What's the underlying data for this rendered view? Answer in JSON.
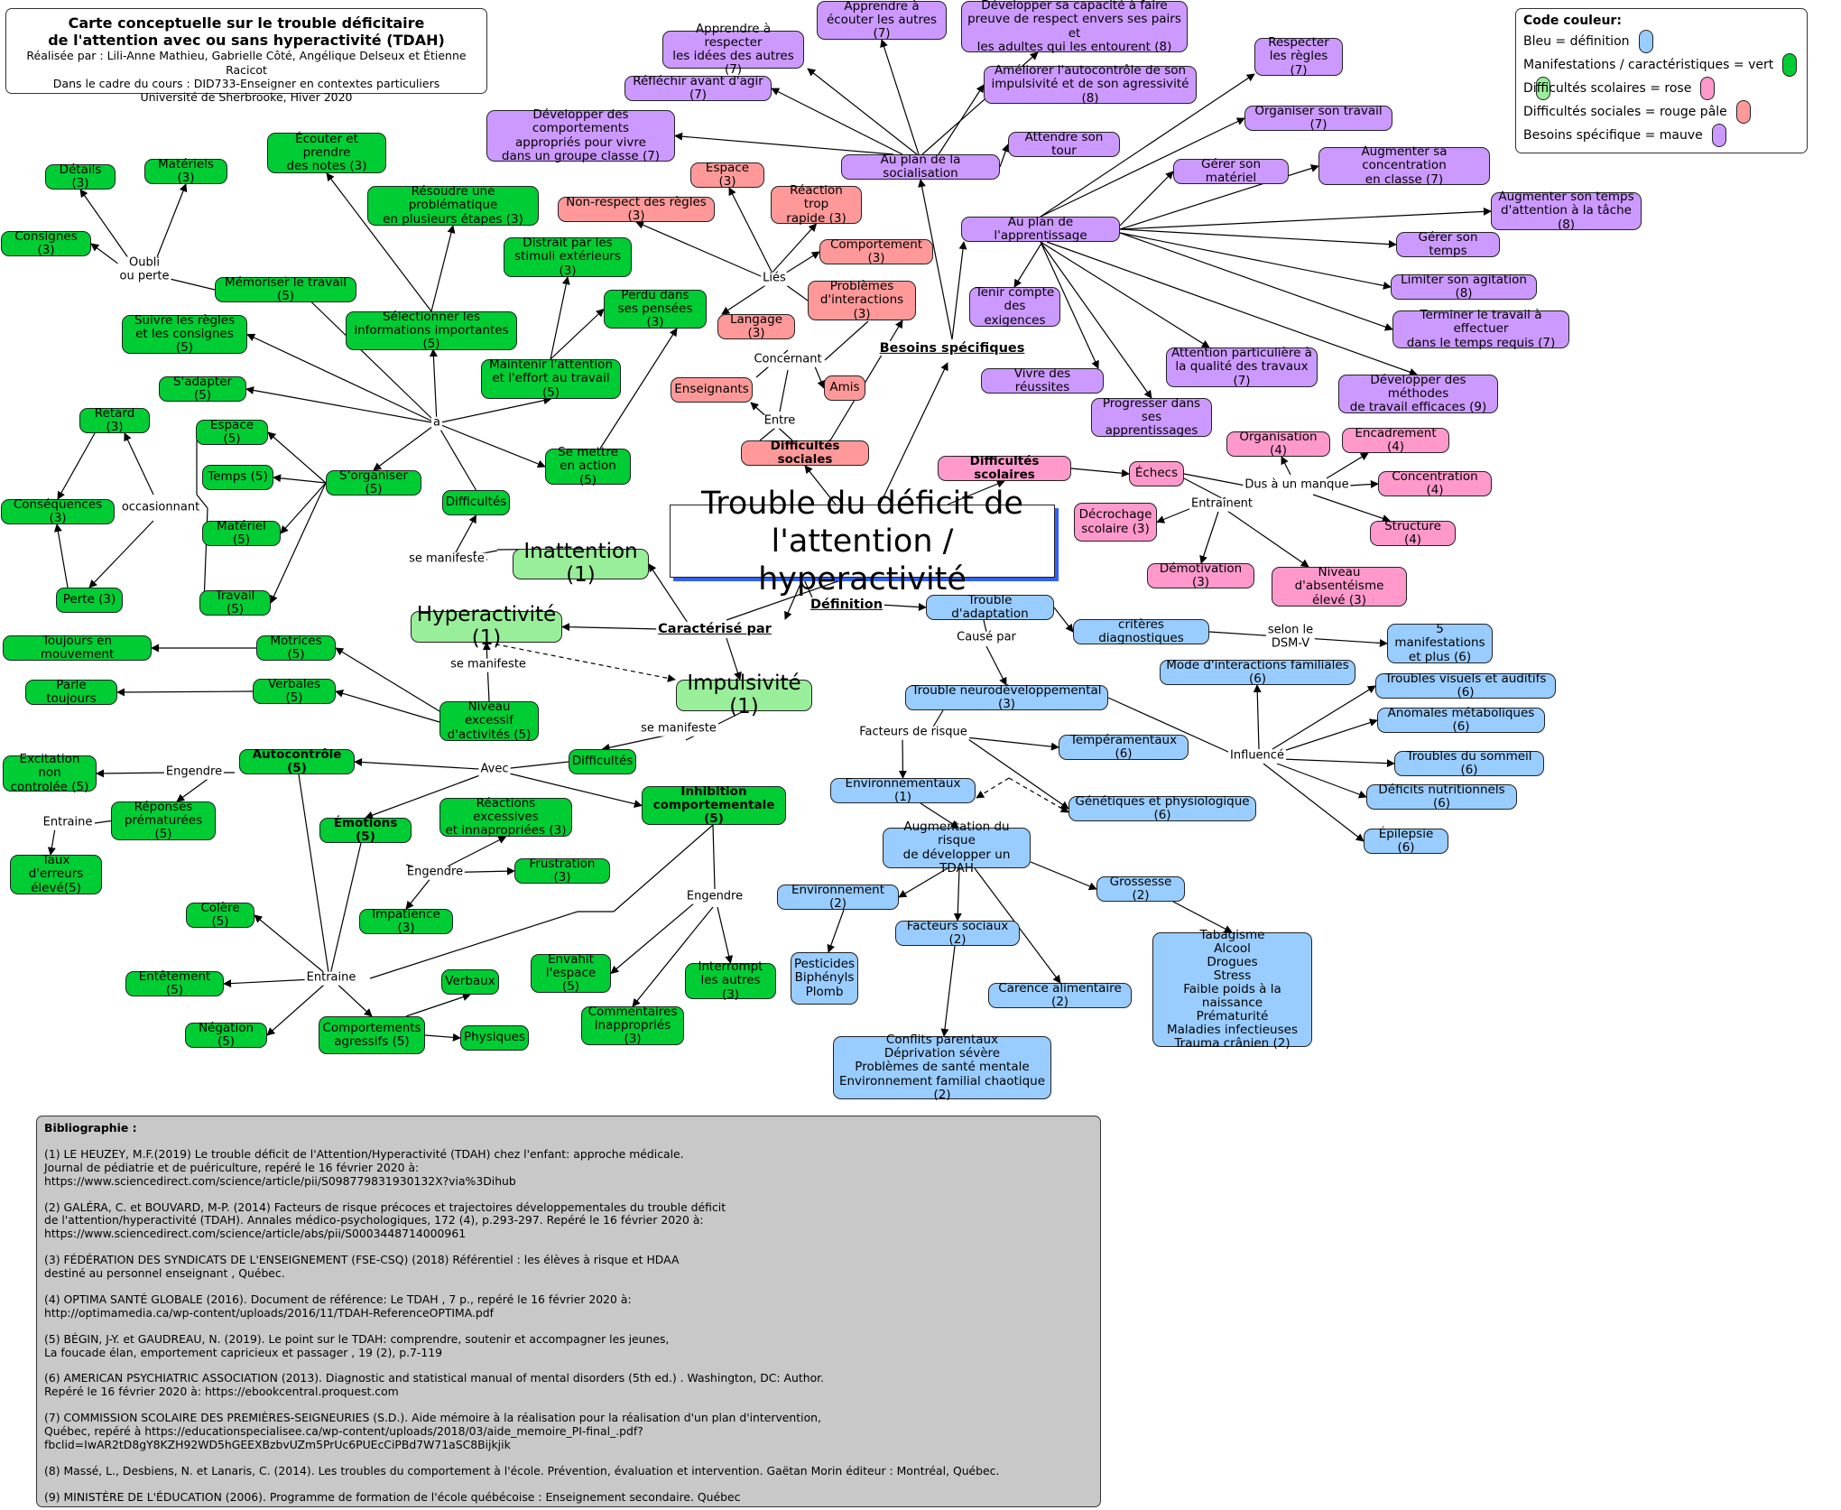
{
  "title_box": {
    "line1": "Carte conceptuelle sur le trouble déficitaire\nde l'attention avec ou sans hyperactivité (TDAH)",
    "line2": "Réalisée par : Lili-Anne Mathieu, Gabrielle Côté, Angélique Delseux et Étienne Racicot",
    "line3": "Dans le cadre du cours : DID733-Enseigner en contextes particuliers",
    "line4": "Université de Sherbrooke, Hiver 2020"
  },
  "legend": {
    "title": "Code couleur:",
    "rows": [
      {
        "text": "Bleu = définition",
        "colors": [
          "#99ccff"
        ]
      },
      {
        "text": "Manifestations / caractéristiques = vert",
        "colors": [
          "#00cc33",
          "#99ee99"
        ]
      },
      {
        "text": "Difficultés scolaires = rose",
        "colors": [
          "#ff99cc"
        ]
      },
      {
        "text": "Difficultés sociales = rouge pâle",
        "colors": [
          "#ff9999"
        ]
      },
      {
        "text": "Besoins spécifique = mauve",
        "colors": [
          "#cc99ff"
        ]
      }
    ]
  },
  "nodes": {
    "center": "Trouble du déficit de\nl'attention / hyperactivité",
    "inattention": "Inattention (1)",
    "hyperactivite": "Hyperactivité (1)",
    "impulsivite": "Impulsivité (1)",
    "difficultes_in": "Difficultés",
    "ecouter_notes": "Écouter et prendre\ndes notes (3)",
    "resoudre": "Résoudre une problématique\nen plusieurs étapes (3)",
    "distrait": "Distrait par les\nstimuli extérieurs (3)",
    "perdu": "Perdu dans\nses pensées (3)",
    "selectionner": "Sélectionner les\ninformations importantes (5)",
    "maintenir": "Maintenir l'attention\net l'effort au travail (5)",
    "se_mettre": "Se mettre\nen action (5)",
    "memoriser": "Mémoriser le travail (5)",
    "suivre_regles": "Suivre les règles\net les consignes (5)",
    "s_adapter": "S'adapter (5)",
    "s_organiser": "S'organiser (5)",
    "details": "Détails (3)",
    "materiels": "Matériels (3)",
    "consignes": "Consignes (3)",
    "retard": "Retard (3)",
    "consequences": "Conséquences (3)",
    "perte": "Perte (3)",
    "espace5": "Espace (5)",
    "temps5": "Temps (5)",
    "materiel5": "Matériel (5)",
    "travail5": "Travail (5)",
    "toujours": "Toujours en mouvement",
    "parle": "Parle toujours",
    "motrices": "Motrices (5)",
    "verbales": "Verbales (5)",
    "niveau_excessif": "Niveau excessif\nd'activités (5)",
    "difficultes_imp": "Difficultés",
    "autocontrole": "Autocontrôle (5)",
    "inhibition": "Inhibition\ncomportementale (5)",
    "excitation": "Excitation non\ncontrolée (5)",
    "reponses": "Réponses\nprématurées (5)",
    "taux": "Taux d'erreurs\nélevé(5)",
    "emotions": "Émotions (5)",
    "reactions": "Réactions excessives\net innapropriées (3)",
    "frustration": "Frustration (3)",
    "impatience": "Impatience (3)",
    "colere": "Colère (5)",
    "entetement": "Entêtement (5)",
    "negation": "Négation (5)",
    "comportements_agressifs": "Comportements\nagressifs (5)",
    "verbaux": "Verbaux",
    "physiques": "Physiques",
    "envahit": "Envahit\nl'espace (5)",
    "interrompt": "Interrompt\nles autres (3)",
    "commentaires": "Commentaires\ninappropriés (3)",
    "trouble_adaptation": "Trouble d'adaptation",
    "criteres": "critères diagnostiques",
    "cinq_manif": "5 manifestations\net plus (6)",
    "trouble_neuro": "Trouble neurodéveloppemental (3)",
    "temperamentaux": "Tempéramentaux (6)",
    "environnementaux": "Environnementaux (1)",
    "genetiques": "Génétiques et physiologique (6)",
    "augmentation": "Augmentation du risque\nde développer un TDAH",
    "environnement2": "Environnement (2)",
    "facteurs_sociaux": "Facteurs sociaux (2)",
    "grossesse": "Grossesse (2)",
    "pesticides": "Pesticides\nBiphényls\nPlomb",
    "carence": "Carence alimentaire (2)",
    "conflits": "Conflits parentaux\nDéprivation sévère\nProblèmes de santé mentale\nEnvironnement familial chaotique (2)",
    "tabagisme": "Tabagisme\nAlcool\nDrogues\nStress\nFaible poids à la naissance\nPrématurité\nMaladies infectieuses\nTrauma crânien (2)",
    "mode_interactions": "Mode d'interactions familiales (6)",
    "troubles_visuels": "Troubles visuels et auditifs (6)",
    "anomalies": "Anomales métaboliques (6)",
    "troubles_sommeil": "Troubles du sommeil (6)",
    "deficits_nutri": "Déficits nutritionnels  (6)",
    "epilepsie": "Épilepsie  (6)",
    "diff_sociales": "Difficultés sociales",
    "diff_scolaires": "Difficultés scolaires",
    "espace3": "Espace (3)",
    "reaction_rapide": "Réaction trop\nrapide (3)",
    "non_respect": "Non-respect des règles (3)",
    "comportement3": "Comportement (3)",
    "problemes_inter": "Problèmes\nd'interactions (3)",
    "langage": "Langage (3)",
    "enseignants": "Enseignants",
    "amis": "Amis",
    "echecs": "Échecs",
    "organisation4": "Organisation (4)",
    "encadrement": "Encadrement (4)",
    "concentration4": "Concentration (4)",
    "structure": "Structure (4)",
    "decrochage": "Décrochage\nscolaire (3)",
    "demotivation": "Démotivation (3)",
    "absenteisme": "Niveau d'absentéisme\nélevé (3)",
    "plan_social": "Au plan de la socialisation",
    "plan_appr": "Au plan de l'apprentissage",
    "apprendre_respecter": "Apprendre à respecter\nles idées des autres (7)",
    "apprendre_ecouter": "Apprendre à\nécouter les autres (7)",
    "developper_respect": "Développer sa capacité à faire\npreuve de respect envers ses pairs et\nles adultes qui les entourent (8)",
    "reflechir": "Réfléchir avant d'agir (7)",
    "ameliorer": "Améliorer l'autocontrôle de son\nimpulsivité et de son agressivité (8)",
    "developper_groupe": "Développer des comportements\nappropriés pour vivre\ndans un groupe classe (7)",
    "attendre": "Attendre son tour",
    "respecter_regles": "Respecter\nles règles (7)",
    "organiser_travail": "Organiser son travail (7)",
    "gerer_materiel": "Gérer son matériel",
    "augmenter_conc": "Augmenter sa concentration\nen classe (7)",
    "augmenter_temps": "Augmenter son temps\nd'attention à la tâche (8)",
    "gerer_temps": "Gérer son temps",
    "limiter": "Limiter son agitation (8)",
    "terminer": "Terminer le travail à effectuer\ndans le temps requis (7)",
    "tenir_compte": "Tenir compte\ndes exigences",
    "attention_part": "Attention particulière à\nla qualité des travaux (7)",
    "vivre": "Vivre des réussites",
    "progresser": "Progresser dans\nses apprentissages",
    "developper_methodes": "Développer des méthodes\nde travail efficaces (9)"
  },
  "labels": {
    "besoins": "Besoins spécifiques",
    "caracterise": "Caractérisé par",
    "definition": "Définition",
    "se_manifeste1": "se manifeste",
    "se_manifeste2": "se manifeste",
    "se_manifeste3": "se manifeste",
    "a": "a",
    "oubli": "Oubli\nou perte",
    "occasionnant": "occasionnant",
    "avec": "Avec",
    "engendre1": "Engendre",
    "entraine1": "Entraine",
    "engendre2": "Engendre",
    "entraine2": "Entraine",
    "engendre3": "Engendre",
    "cause_par": "Causé par",
    "selon": "selon le\nDSM-V",
    "facteurs": "Facteurs de risque",
    "influence": "Influencé",
    "lies": "Liés",
    "concernant": "Concernant",
    "entre": "Entre",
    "dus": "Dus à un manque",
    "entrainent": "Entraînent"
  },
  "bibliography": {
    "title": "Bibliographie",
    "entries": [
      "(1) LE HEUZEY, M.F.(2019) Le trouble déficit de l'Attention/Hyperactivité (TDAH) chez l'enfant: approche médicale.\n Journal de pédiatrie et de puériculture, repéré le 16 février 2020 à:\nhttps://www.sciencedirect.com/science/article/pii/S098779831930132X?via%3Dihub",
      "(2) GALÉRA, C. et BOUVARD, M-P. (2014) Facteurs de risque précoces et trajectoires développementales du trouble déficit\nde l'attention/hyperactivité (TDAH). Annales médico-psychologiques, 172 (4), p.293-297. Repéré le 16 février 2020 à:\nhttps://www.sciencedirect.com/science/article/abs/pii/S0003448714000961",
      "(3)  FÉDÉRATION DES SYNDICATS DE L'ENSEIGNEMENT (FSE-CSQ) (2018) Référentiel : les élèves à risque et HDAA\ndestiné au personnel enseignant , Québec.",
      "(4) OPTIMA SANTÉ GLOBALE (2016). Document de référence: Le TDAH , 7 p., repéré le 16 février 2020 à:\nhttp://optimamedia.ca/wp-content/uploads/2016/11/TDAH-ReferenceOPTIMA.pdf",
      "(5) BÉGIN, J-Y. et  GAUDREAU, N. (2019). Le point sur le TDAH: comprendre, soutenir et accompagner les jeunes,\nLa foucade élan, emportement capricieux et passager , 19 (2), p.7-119",
      "(6) AMERICAN PSYCHIATRIC ASSOCIATION (2013). Diagnostic and statistical manual of mental disorders (5th ed.) . Washington, DC: Author.\n Repéré le 16 février 2020 à: https://ebookcentral.proquest.com",
      "(7) COMMISSION SCOLAIRE DES PREMIÈRES-SEIGNEURIES (S.D.). Aide mémoire à la réalisation pour la réalisation d'un plan d'intervention,\nQuébec, repéré à https://educationspecialisee.ca/wp-content/uploads/2018/03/aide_memoire_PI-final_.pdf?fbclid=IwAR2tD8gY8KZH92WD5hGEEXBzbvUZm5PrUc6PUEcCiPBd7W71aSC8Bijkjik",
      "(8) Massé, L., Desbiens, N. et Lanaris, C. (2014). Les troubles du comportement à l'école. Prévention, évaluation et intervention. Gaëtan Morin éditeur : Montréal, Québec.",
      "(9) MINISTÈRE DE L'ÉDUCATION (2006). Programme de formation de l'école québécoise : Enseignement secondaire. Québec"
    ]
  }
}
